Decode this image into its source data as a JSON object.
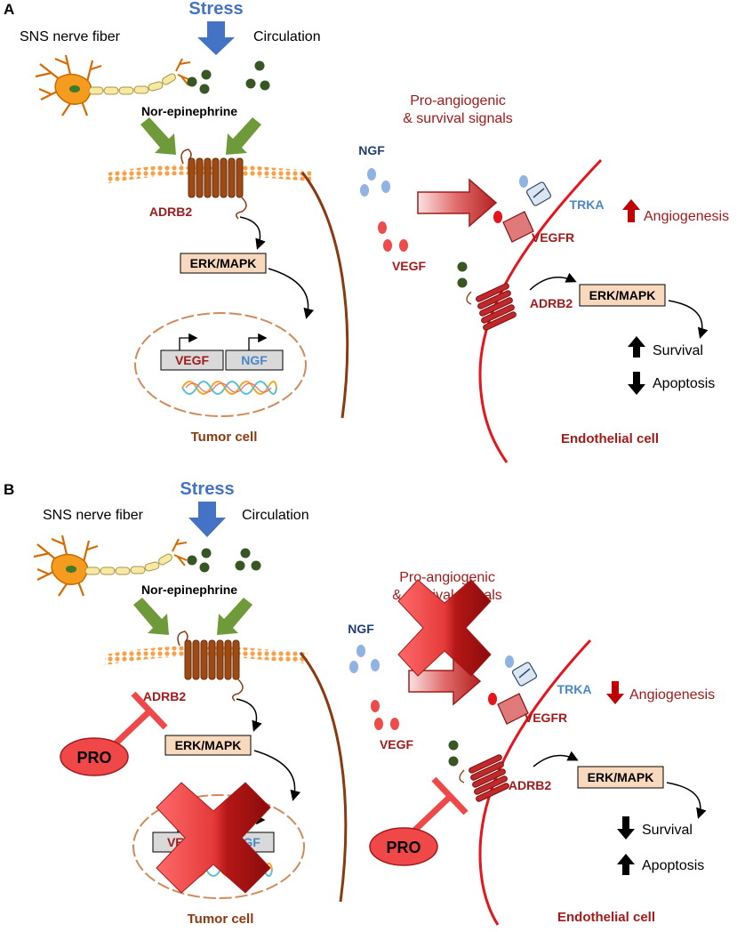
{
  "panelA": {
    "letter": "A",
    "stress": "Stress",
    "sns": "SNS nerve fiber",
    "circulation": "Circulation",
    "norepinephrine": "Nor-epinephrine",
    "adrb2_tumor": "ADRB2",
    "erk_tumor": "ERK/MAPK",
    "gene_vegf": "VEGF",
    "gene_ngf": "NGF",
    "tumor_cell": "Tumor cell",
    "signals_line1": "Pro-angiogenic",
    "signals_line2": "& survival signals",
    "ngf": "NGF",
    "vegf": "VEGF",
    "trka": "TRKA",
    "vegfr": "VEGFR",
    "angiogenesis": "Angiogenesis",
    "adrb2_endo": "ADRB2",
    "erk_endo": "ERK/MAPK",
    "survival": "Survival",
    "apoptosis": "Apoptosis",
    "endothelial_cell": "Endothelial cell"
  },
  "panelB": {
    "letter": "B",
    "stress": "Stress",
    "sns": "SNS nerve fiber",
    "circulation": "Circulation",
    "norepinephrine": "Nor-epinephrine",
    "adrb2_tumor": "ADRB2",
    "erk_tumor": "ERK/MAPK",
    "gene_vegf": "VEGF",
    "gene_ngf": "NGF",
    "tumor_cell": "Tumor cell",
    "signals_line1": "Pro-angiogenic",
    "signals_line2": "& survival signals",
    "ngf": "NGF",
    "vegf": "VEGF",
    "trka": "TRKA",
    "vegfr": "VEGFR",
    "angiogenesis": "Angiogenesis",
    "adrb2_endo": "ADRB2",
    "erk_endo": "ERK/MAPK",
    "survival": "Survival",
    "apoptosis": "Apoptosis",
    "endothelial_cell": "Endothelial cell",
    "pro_tumor": "PRO",
    "pro_endo": "PRO"
  },
  "colors": {
    "stress_blue": "#4472c4",
    "label_dark_red": "#a31a1a",
    "ngf_blue": "#1f3f73",
    "trka_blue": "#4a86c8",
    "tumor_brown": "#8b3a0f",
    "membrane_red": "#e8141c",
    "green_arrow": "#6f9a3a",
    "erk_box_fill": "#f9d9bd",
    "gene_box_fill": "#d9d9d9",
    "pro_red": "#f04848"
  }
}
